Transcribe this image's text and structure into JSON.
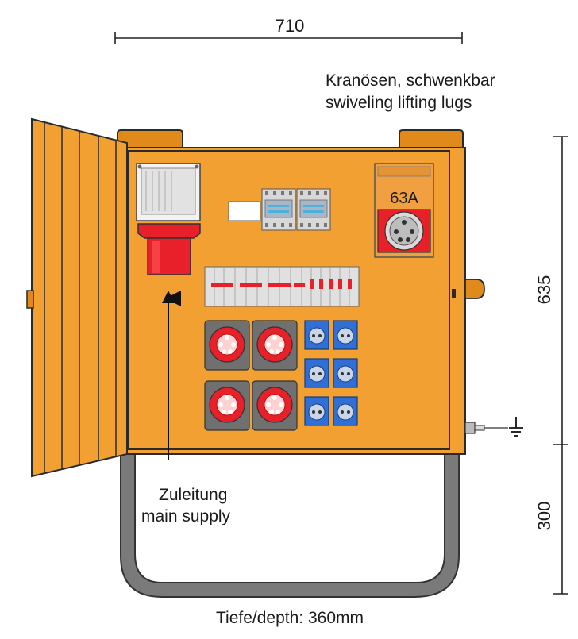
{
  "dimensions": {
    "width": "710",
    "height_cabinet": "635",
    "height_frame": "300",
    "depth": "Tiefe/depth: 360mm"
  },
  "labels": {
    "lifting_lugs_de": "Kranösen, schwenkbar",
    "lifting_lugs_en": "swiveling lifting lugs",
    "supply_de": "Zuleitung",
    "supply_en": "main supply",
    "socket_rating": "63A"
  },
  "icons": {
    "ground": "ground-symbol-icon"
  },
  "colors": {
    "cabinet": "#f2a032",
    "cee_red": "#e8202a",
    "schuko_blue": "#2f6fd6",
    "frame": "#6b6b6b"
  }
}
